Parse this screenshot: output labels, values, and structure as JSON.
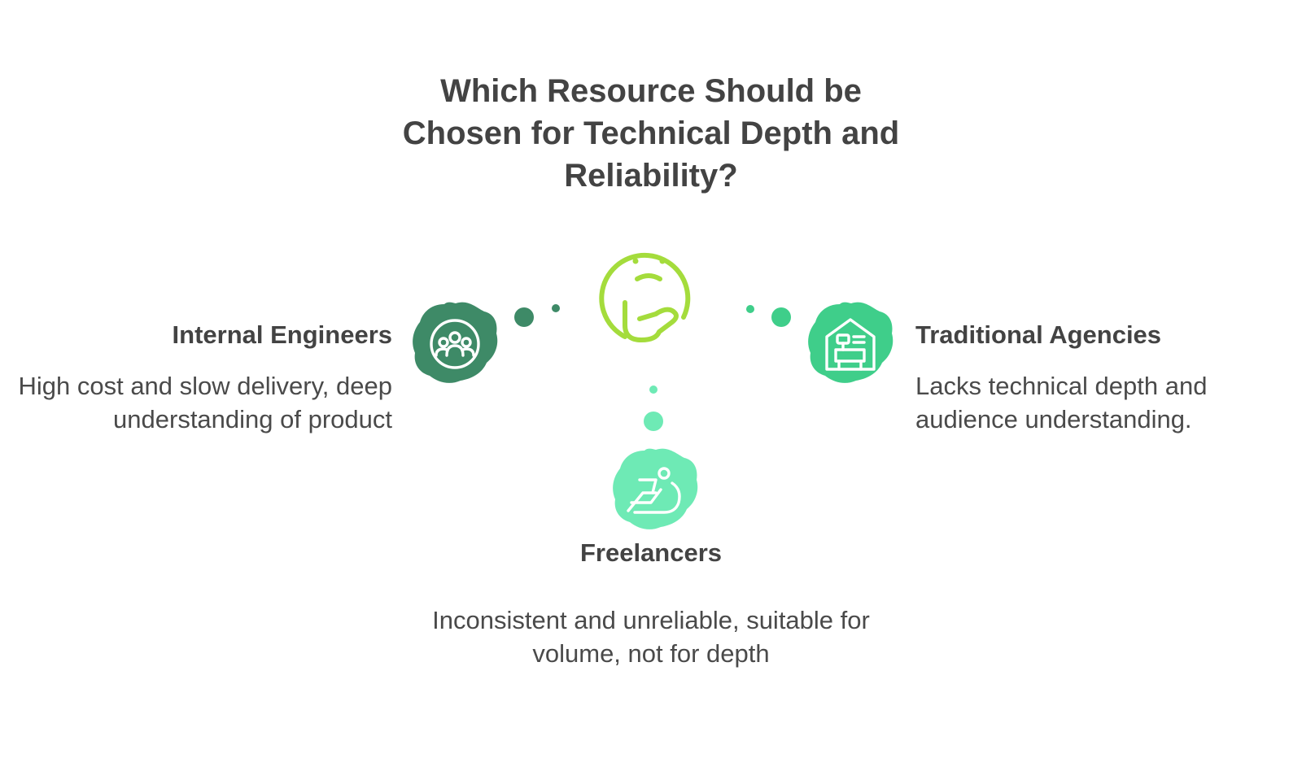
{
  "title": "Which Resource Should be Chosen for Technical Depth and Reliability?",
  "center_icon": "thinking-face-icon",
  "options": {
    "left": {
      "heading": "Internal Engineers",
      "description": "High cost and slow delivery, deep understanding of product",
      "icon": "team-group-icon",
      "color": "#3e8a67"
    },
    "right": {
      "heading": "Traditional Agencies",
      "description": "Lacks technical depth and audience understanding.",
      "icon": "agency-building-icon",
      "color": "#3fce8a"
    },
    "bottom": {
      "heading": "Freelancers",
      "description": "Inconsistent and unreliable, suitable for volume, not for depth",
      "icon": "freelancer-laptop-icon",
      "color": "#6eeab5"
    }
  },
  "colors": {
    "text": "#434343",
    "accent": "#a4dc3c"
  }
}
